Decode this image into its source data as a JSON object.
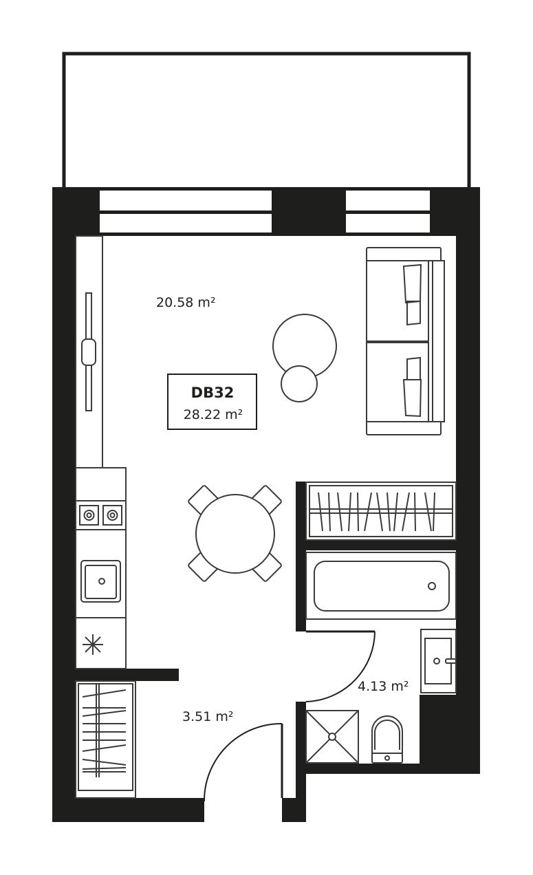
{
  "unit_code": "DB32",
  "total_area": "28.22 m²",
  "rooms": {
    "living_area": "20.58 m²",
    "hall_area": "3.51 m²",
    "bathroom_area": "4.13 m²"
  },
  "colors": {
    "wall": "#1e1e1c",
    "line": "#3a3a3a",
    "background": "#ffffff"
  }
}
